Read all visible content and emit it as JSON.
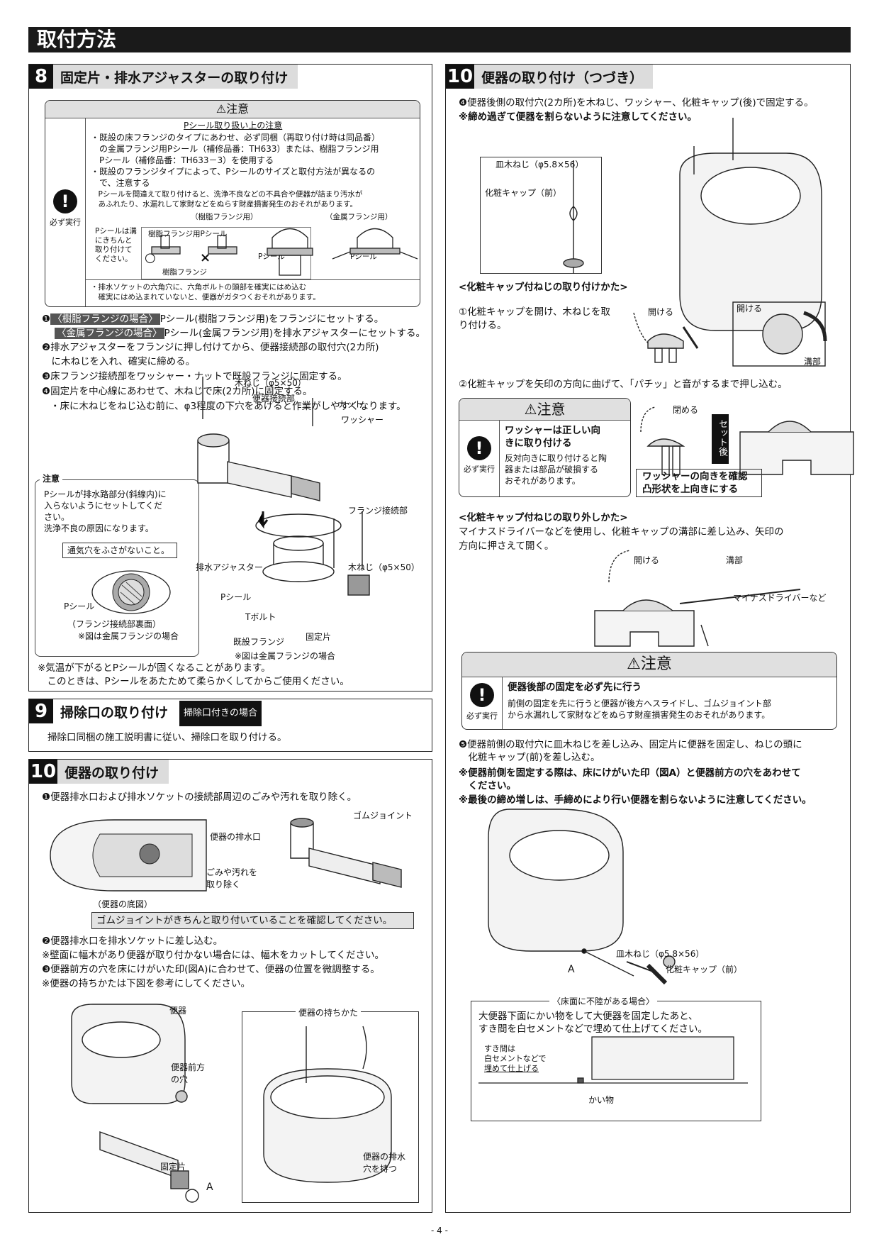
{
  "header": {
    "title": "取付方法"
  },
  "sec8": {
    "num": "8",
    "title": "固定片・排水アジャスターの取り付け",
    "caution": {
      "head": "⚠注意",
      "must": "必ず実行",
      "subtitle": "Pシール取り扱い上の注意",
      "lines": [
        "・既設の床フランジのタイプにあわせ、必ず同梱（再取り付け時は同品番）",
        "　の金属フランジ用Pシール（補修品番：TH633）または、樹脂フランジ用",
        "　Pシール（補修品番：TH633－3）を使用する",
        "・既設のフランジタイプによって、Pシールのサイズと取付方法が異なるの",
        "　で、注意する",
        "　Pシールを間違えて取り付けると、洗浄不良などの不具合や便器が詰まり汚水が",
        "　あふれたり、水漏れして家財などをぬらす財産損害発生のおそれがあります。"
      ],
      "fig_resin": "（樹脂フランジ用）",
      "fig_metal": "（金属フランジ用）",
      "fig_note": "Pシールは溝にきちんと取り付けてください。",
      "fig_resin_p": "樹脂フランジ用Pシール",
      "fig_resin_flange": "樹脂フランジ",
      "fig_pseal": "Pシール",
      "ok": "○",
      "ng": "×",
      "foot1": "・排水ソケットの六角穴に、六角ボルトの頭部を確実にはめ込む",
      "foot2": "　確実にはめ込まれていないと、便器がガタつくおそれがあります。"
    },
    "step1a_tag": "〈樹脂フランジの場合〉",
    "step1a_text": "Pシール(樹脂フランジ用)をフランジにセットする。",
    "step1b_tag": "〈金属フランジの場合〉",
    "step1b_text": "Pシール(金属フランジ用)を排水アジャスターにセットする。",
    "step2a": "❷排水アジャスターをフランジに押し付けてから、便器接続部の取付穴(2カ所)",
    "step2b": "　に木ねじを入れ、確実に締める。",
    "step3": "❸床フランジ接続部をワッシャー・ナットで既設フランジに固定する。",
    "step4": "❹固定片を中心線にあわせて、木ねじで床(2カ所)に固定する。",
    "step4note": "・床に木ねじをねじ込む前に、φ3程度の下穴をあけると作業がしやすくなります。",
    "note_head": "注意",
    "note_lines": [
      "Pシールが排水路部分(斜線内)に",
      "入らないようにセットしてくだ",
      "さい。",
      "洗浄不良の原因になります。"
    ],
    "vent": "通気穴をふさがないこと。",
    "p_seal": "Pシール",
    "flange_back": "（フランジ接続部裏面）",
    "metal_note": "※図は金属フランジの場合",
    "labels": {
      "screw1": "木ねじ（φ5×50）",
      "toilet_conn": "便器接続部",
      "nut": "ナット",
      "washer": "ワッシャー",
      "flange_conn": "フランジ接続部",
      "adjuster": "排水アジャスター",
      "pseal": "Pシール",
      "tbolt": "Tボルト",
      "existing": "既設フランジ",
      "fixing": "固定片",
      "screw2": "木ねじ（φ5×50）",
      "metal_note": "※図は金属フランジの場合"
    },
    "foot1": "※気温が下がるとPシールが固くなることがあります。",
    "foot2": "　このときは、Pシールをあたためて柔らかくしてからご使用ください。"
  },
  "sec9": {
    "num": "9",
    "title": "掃除口の取り付け",
    "badge": "掃除口付きの場合",
    "text": "掃除口同梱の施工説明書に従い、掃除口を取り付ける。"
  },
  "sec10": {
    "num": "10",
    "title": "便器の取り付け",
    "step1": "❶便器排水口および排水ソケットの接続部周辺のごみや汚れを取り除く。",
    "labels": {
      "outlet": "便器の排水口",
      "dirt": "ごみや汚れを取り除く",
      "bottom": "（便器の底図）",
      "gum": "ゴムジョイント"
    },
    "confirm": "ゴムジョイントがきちんと取り付いていることを確認してください。",
    "step2": "❷便器排水口を排水ソケットに差し込む。",
    "note1": "※壁面に幅木があり便器が取り付かない場合には、幅木をカットしてください。",
    "step3": "❸便器前方の穴を床にけがいた印(図A)に合わせて、便器の位置を微調整する。",
    "note2": "※便器の持ちかたは下図を参考にしてください。",
    "fig": {
      "toilet": "便器",
      "front_hole": "便器前方の穴",
      "fixing": "固定片",
      "a": "A",
      "hold_title": "便器の持ちかた",
      "hold": "便器の排水穴を持つ"
    }
  },
  "sec10b": {
    "num": "10",
    "title": "便器の取り付け（つづき）",
    "step4": "❹便器後側の取付穴(2カ所)を木ねじ、ワッシャー、化粧キャップ(後)で固定する。",
    "warn": "※締め過ぎて便器を割らないように注意してください。",
    "fig": {
      "screw": "皿木ねじ（φ5.8×56）",
      "cap": "化粧キャップ（前）",
      "a": "A"
    },
    "attach_title": "<化粧キャップ付ねじの取り付けかた>",
    "attach1": "①化粧キャップを開け、木ねじを取り付ける。",
    "open": "開ける",
    "groove": "溝部",
    "attach2": "②化粧キャップを矢印の方向に曲げて、「パチッ」と音がするまで押し込む。",
    "caution1": {
      "head": "⚠注意",
      "must": "必ず実行",
      "title1": "ワッシャーは正しい向",
      "title2": "きに取り付ける",
      "body": [
        "反対向きに取り付けると陶",
        "器または部品が破損する",
        "おそれがあります。"
      ]
    },
    "close": "閉める",
    "setafter": "セット後",
    "confirm1": "ワッシャーの向きを確認",
    "confirm2": "凸形状を上向きにする",
    "remove_title": "<化粧キャップ付ねじの取り外しかた>",
    "remove1": "マイナスドライバーなどを使用し、化粧キャップの溝部に差し込み、矢印の",
    "remove2": "方向に押さえて開く。",
    "driver": "マイナスドライバーなど",
    "caution2": {
      "head": "⚠注意",
      "must": "必ず実行",
      "title": "便器後部の固定を必ず先に行う",
      "body": [
        "前側の固定を先に行うと便器が後方へスライドし、ゴムジョイント部",
        "から水漏れして家財などをぬらす財産損害発生のおそれがあります。"
      ]
    },
    "step5a": "❺便器前側の取付穴に皿木ねじを差し込み、固定片に便器を固定し、ねじの頭に",
    "step5b": "　化粧キャップ(前)を差し込む。",
    "note5a": "※便器前側を固定する際は、床にけがいた印（図A）と便器前方の穴をあわせて",
    "note5b": "　ください。",
    "note5c": "※最後の締め増しは、手締めにより行い便器を割らないように注意してください。",
    "uneven": {
      "title": "〈床面に不陸がある場合〉",
      "l1": "大便器下面にかい物をして大便器を固定したあと、",
      "l2": "すき間を白セメントなどで埋めて仕上げてください。",
      "fill1": "すき間は",
      "fill2": "白セメントなどで",
      "fill3": "埋めて仕上げる",
      "shim": "かい物"
    }
  },
  "footer": {
    "page": "- 4 -"
  }
}
